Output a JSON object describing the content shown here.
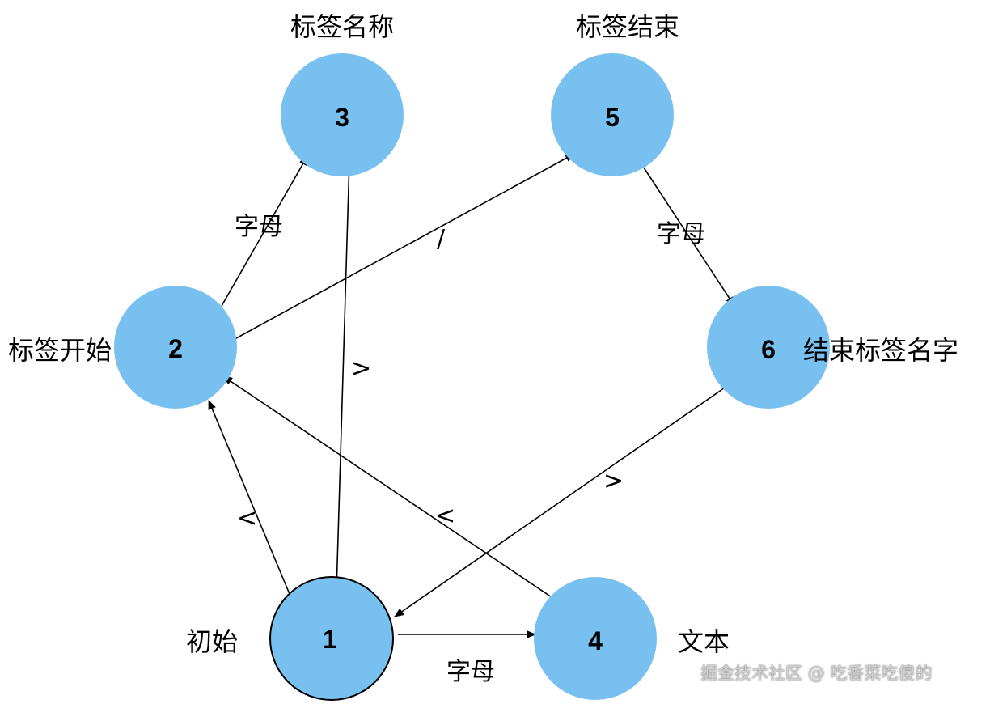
{
  "nodes": [
    {
      "id": "1",
      "label": "初始",
      "initial": true
    },
    {
      "id": "2",
      "label": "标签开始"
    },
    {
      "id": "3",
      "label": "标签名称"
    },
    {
      "id": "4",
      "label": "文本"
    },
    {
      "id": "5",
      "label": "标签结束"
    },
    {
      "id": "6",
      "label": "结束标签名字"
    }
  ],
  "edges": [
    {
      "from": "1",
      "to": "2",
      "label": "<"
    },
    {
      "from": "2",
      "to": "3",
      "label": "字母"
    },
    {
      "from": "3",
      "to": "1",
      "label": ">"
    },
    {
      "from": "2",
      "to": "5",
      "label": "/"
    },
    {
      "from": "5",
      "to": "6",
      "label": "字母"
    },
    {
      "from": "6",
      "to": "1",
      "label": ">"
    },
    {
      "from": "1",
      "to": "4",
      "label": "字母"
    },
    {
      "from": "4",
      "to": "2",
      "label": "<"
    }
  ],
  "colors": {
    "node_fill": "#78c0f0",
    "stroke": "#000000"
  },
  "watermark": "掘金技术社区 @ 吃香菜吃傻的"
}
